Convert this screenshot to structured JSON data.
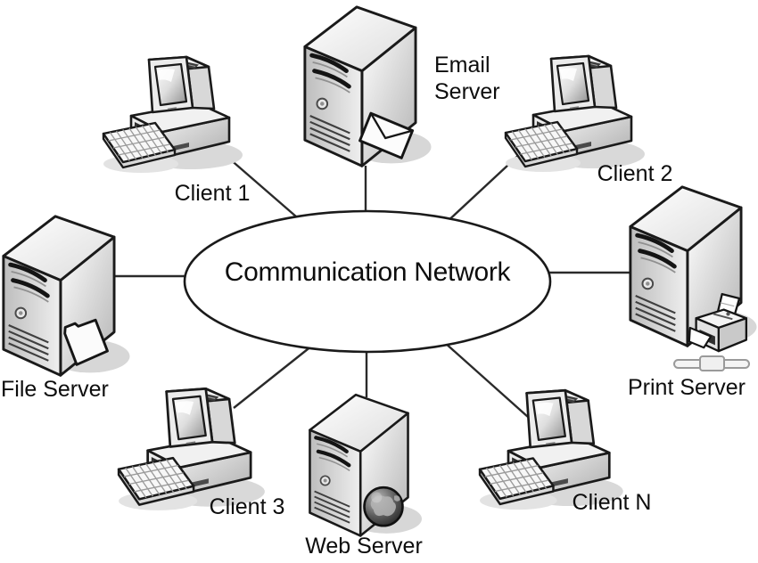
{
  "diagram": {
    "type": "network-topology",
    "background": "#ffffff",
    "hub": {
      "id": "communication-network",
      "label": "Communication Network",
      "shape": "ellipse"
    },
    "nodes": [
      {
        "id": "client-1",
        "label": "Client 1",
        "kind": "workstation",
        "icon": "desktop-computer-icon"
      },
      {
        "id": "email-server",
        "label": "Email Server",
        "kind": "server",
        "icon": "tower-server-icon",
        "badge": "envelope-icon"
      },
      {
        "id": "client-2",
        "label": "Client 2",
        "kind": "workstation",
        "icon": "desktop-computer-icon"
      },
      {
        "id": "file-server",
        "label": "File Server",
        "kind": "server",
        "icon": "tower-server-icon",
        "badge": "folder-icon"
      },
      {
        "id": "print-server",
        "label": "Print Server",
        "kind": "server",
        "icon": "tower-server-icon",
        "badge": "printer-icon"
      },
      {
        "id": "client-3",
        "label": "Client 3",
        "kind": "workstation",
        "icon": "desktop-computer-icon"
      },
      {
        "id": "web-server",
        "label": "Web Server",
        "kind": "server",
        "icon": "tower-server-icon",
        "badge": "globe-icon"
      },
      {
        "id": "client-n",
        "label": "Client N",
        "kind": "workstation",
        "icon": "desktop-computer-icon"
      }
    ],
    "edges": [
      {
        "from": "client-1",
        "to": "communication-network"
      },
      {
        "from": "email-server",
        "to": "communication-network"
      },
      {
        "from": "client-2",
        "to": "communication-network"
      },
      {
        "from": "file-server",
        "to": "communication-network"
      },
      {
        "from": "print-server",
        "to": "communication-network"
      },
      {
        "from": "client-3",
        "to": "communication-network"
      },
      {
        "from": "web-server",
        "to": "communication-network"
      },
      {
        "from": "client-n",
        "to": "communication-network"
      }
    ],
    "colors": {
      "edge": "#2a2a2a",
      "outline": "#1a1a1a",
      "hub_fill": "#ffffff",
      "text": "#0d0d0d"
    }
  }
}
